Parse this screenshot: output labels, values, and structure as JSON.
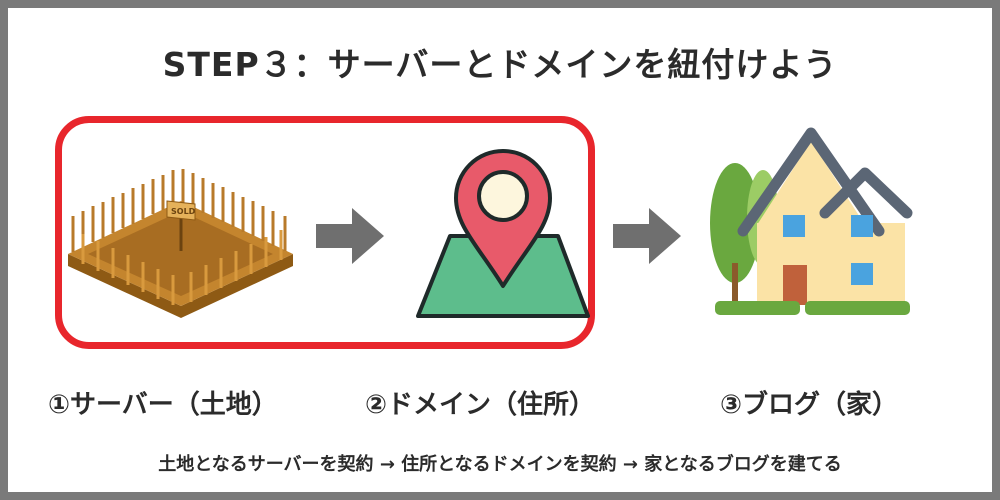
{
  "title": "STEP３：サーバーとドメインを紐付けよう",
  "steps": [
    {
      "label": "①サーバー（土地）",
      "icon": "land-plot-icon",
      "sign": "SOLD"
    },
    {
      "label": "②ドメイン（住所）",
      "icon": "map-pin-icon"
    },
    {
      "label": "③ブログ（家）",
      "icon": "house-icon"
    }
  ],
  "caption": "土地となるサーバーを契約 → 住所となるドメインを契約 → 家となるブログを建てる",
  "colors": {
    "highlight": "#e8262c",
    "arrow": "#6f6f6f",
    "land": "#c4852e",
    "pin": "#e85a6a",
    "map": "#5dbd8c",
    "house_wall": "#fbe3a6",
    "roof": "#5b6675",
    "tree": "#6aa83f"
  }
}
